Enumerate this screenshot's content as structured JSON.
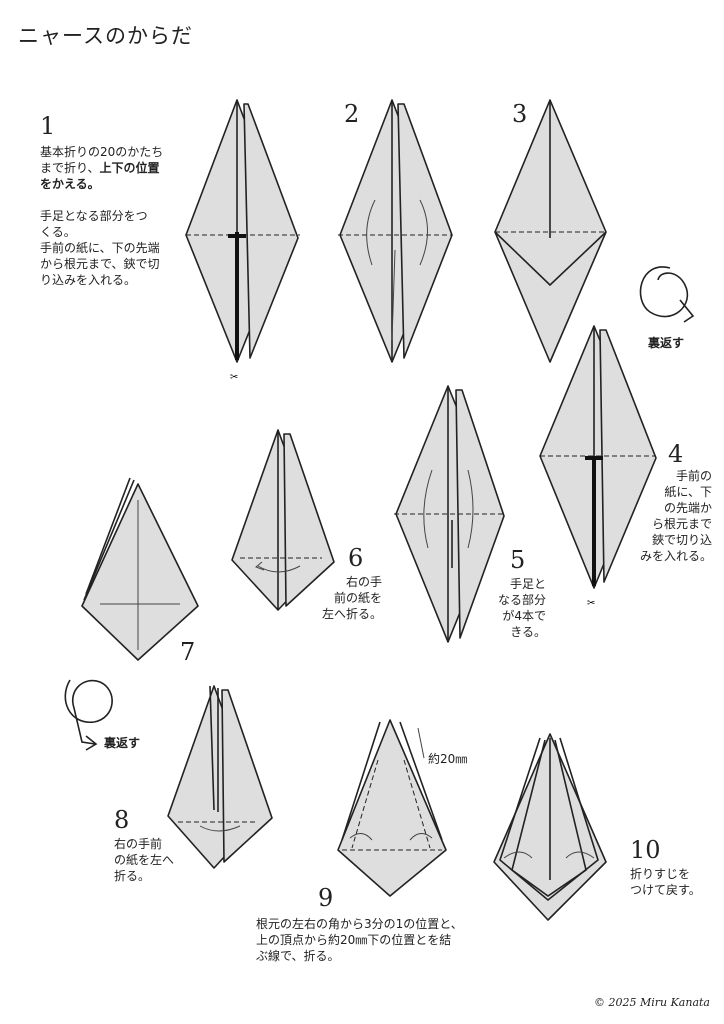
{
  "title": "ニャースのからだ",
  "steps": [
    {
      "num": "1",
      "text_a": "基本折りの20のかたち\nまで折り、",
      "text_b": "上下の位置\nをかえる。",
      "text_c": "\n\n手足となる部分をつ\nくる。\n手前の紙に、下の先端\nから根元まで、鋏で切\nり込みを入れる。"
    },
    {
      "num": "2"
    },
    {
      "num": "3"
    },
    {
      "num": "4",
      "text": "手前の\n紙に、下\nの先端か\nら根元まで\n鋏で切り込\nみを入れる。"
    },
    {
      "num": "5",
      "text": "手足と\nなる部分\nが4本で\nきる。"
    },
    {
      "num": "6",
      "text": "右の手\n前の紙を\n左へ折る。"
    },
    {
      "num": "7"
    },
    {
      "num": "8",
      "text": "右の手前\nの紙を左へ\n折る。"
    },
    {
      "num": "9",
      "text": "根元の左右の角から3分の1の位置と、\n上の頂点から約20㎜下の位置とを結\nぶ線で、折る。"
    },
    {
      "num": "10",
      "text": "折りすじを\nつけて戻す。"
    }
  ],
  "turn_over_label": "裏返す",
  "measure_note": "約20㎜",
  "copyright": "© 2025 Miru Kanata"
}
